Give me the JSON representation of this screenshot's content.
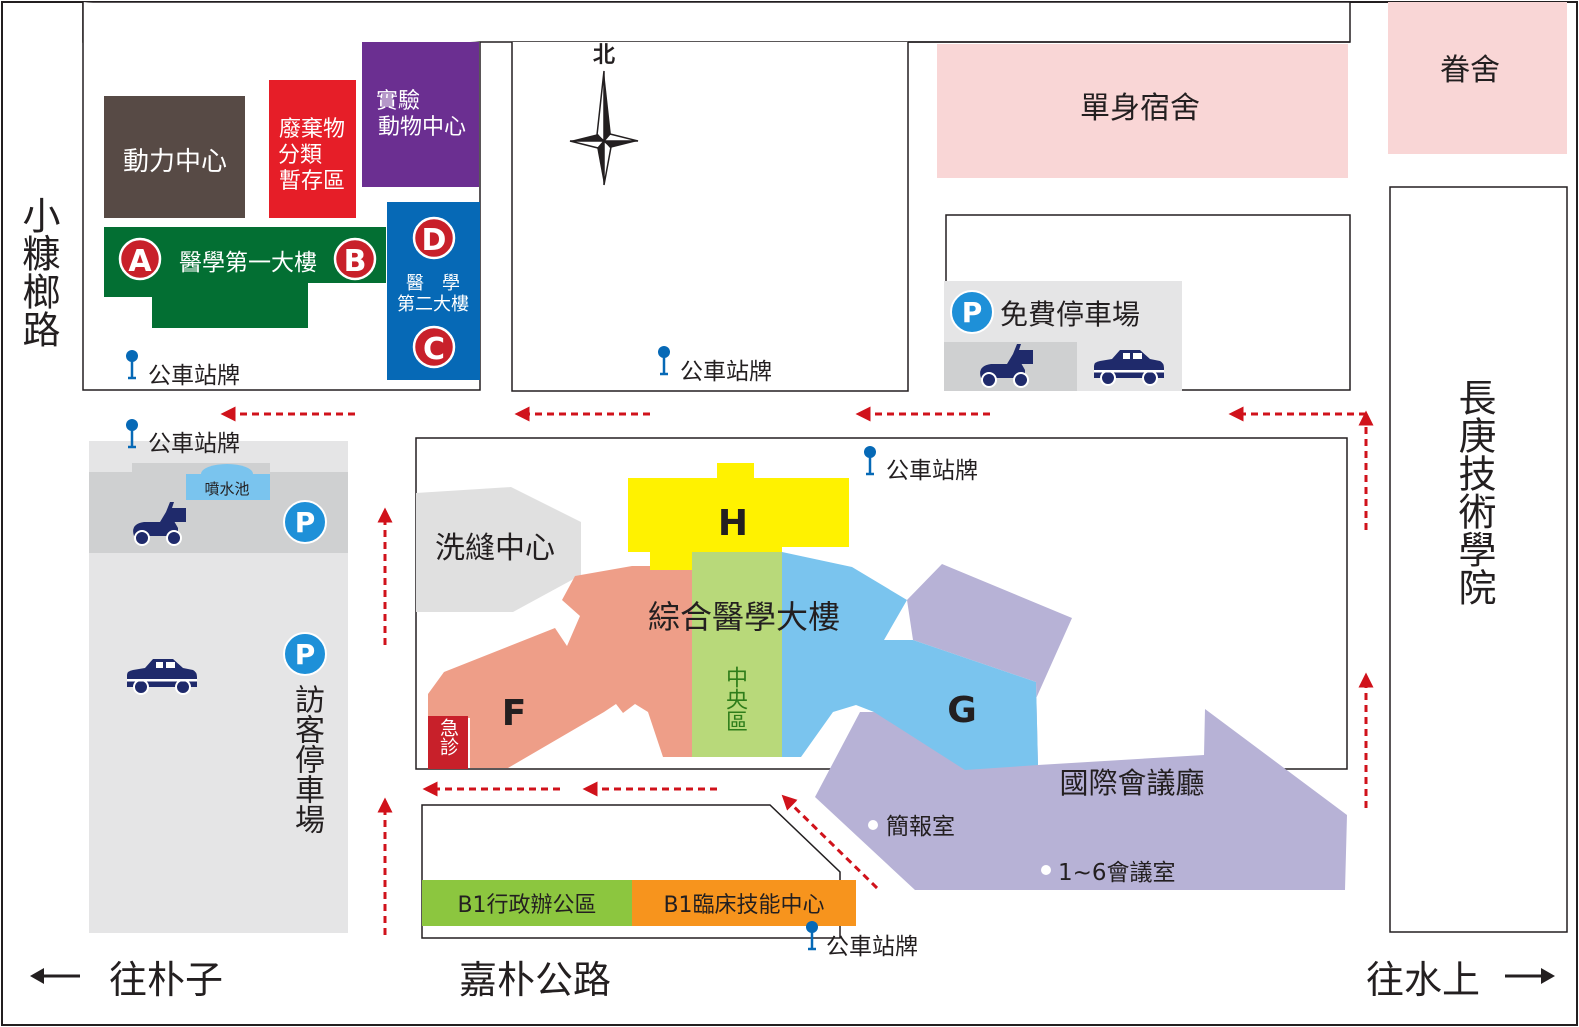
{
  "north": "北",
  "roads": {
    "left_road": "小糠榔路",
    "right_road": "長庚技術學院",
    "main_road": "嘉朴公路",
    "to_west": "往朴子",
    "to_east": "往水上"
  },
  "buildings": {
    "power_center": "動力中心",
    "waste_area_1": "廢棄物",
    "waste_area_2": "分類",
    "waste_area_3": "暫存區",
    "animal_center_1": "實驗",
    "animal_center_2": "動物中心",
    "med_building_1": "醫學第一大樓",
    "med_building_2_a": "醫　學",
    "med_building_2_b": "第二大樓",
    "single_dorm": "單身宿舍",
    "family_dorm": "眷舍",
    "laundry": "洗縫中心",
    "general_building": "綜合醫學大樓",
    "central_zone": "中央區",
    "emergency": "急診",
    "conference_hall": "國際會議廳",
    "briefing_room": "簡報室",
    "meeting_rooms": "1~6會議室",
    "admin_office": "B1行政辦公區",
    "clinical_center": "B1臨床技能中心",
    "fountain": "噴水池"
  },
  "markers": {
    "A": "A",
    "B": "B",
    "C": "C",
    "D": "D",
    "F": "F",
    "G": "G",
    "H": "H",
    "P": "P"
  },
  "parking": {
    "free": "免費停車場",
    "visitor": "訪客停車場"
  },
  "bus_stop": "公車站牌",
  "colors": {
    "power_center": "#574a45",
    "waste": "#e61e28",
    "animal": "#6b2f91",
    "med1": "#036f33",
    "med2": "#0669b6",
    "marker_red": "#c8202a",
    "dorm_pink": "#f9d6d6",
    "parking_gray": "#e5e5e6",
    "parking_dark": "#cfd0d1",
    "F_salmon": "#ee9e88",
    "central_green": "#b8d97a",
    "G_blue": "#7ac4ee",
    "H_yellow": "#fff200",
    "conference_purple": "#b7b2d6",
    "laundry_gray": "#e0e0e0",
    "admin_green": "#8cc63f",
    "clinical_orange": "#f7941d",
    "emergency_red": "#c8202a",
    "p_blue": "#1e90d8",
    "arrow_red": "#d0121b",
    "vehicle_navy": "#1f2a6b"
  }
}
